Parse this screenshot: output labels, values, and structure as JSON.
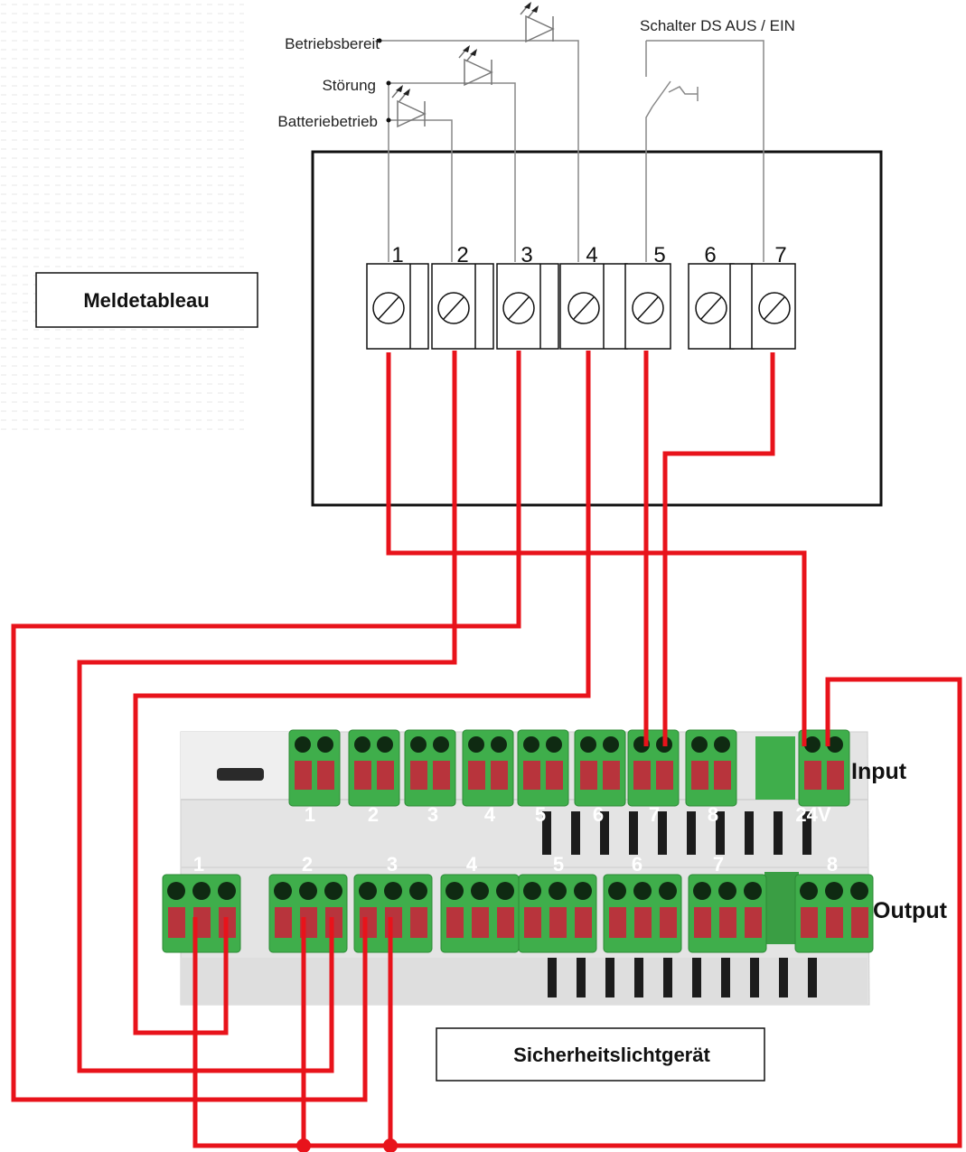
{
  "leds": {
    "betriebsbereit": "Betriebsbereit",
    "stoerung": "Störung",
    "batteriebetrieb": "Batteriebetrieb"
  },
  "switch_label": "Schalter DS AUS / EIN",
  "panel_label": "Meldetableau",
  "panel_terminals": [
    "1",
    "2",
    "3",
    "4",
    "5",
    "6",
    "7"
  ],
  "device_label": "Sicherheitslichtgerät",
  "input_label": "Input",
  "output_label": "Output",
  "input_terminals": [
    "1",
    "2",
    "3",
    "4",
    "5",
    "6",
    "7",
    "8",
    "24V"
  ],
  "output_terminals": [
    "1",
    "2",
    "3",
    "4",
    "5",
    "6",
    "7",
    "8"
  ],
  "colors": {
    "wire": "#e8131b",
    "terminal_green": "#3fae4b",
    "terminal_red": "#b8343c",
    "housing": "#e6e6e6",
    "schematic_line": "#888888"
  }
}
